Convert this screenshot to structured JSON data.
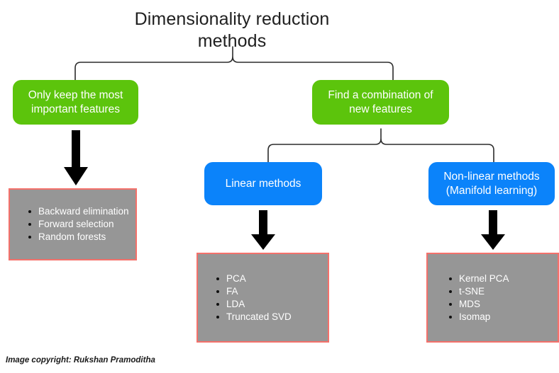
{
  "diagram": {
    "title": "Dimensionality reduction\nmethods",
    "title_line1": "Dimensionality reduction",
    "title_line2": "methods",
    "colors": {
      "green": "#5CC40C",
      "blue": "#0B83FA",
      "grey_fill": "#969696",
      "grey_border": "#F4716B",
      "arrow": "#000000",
      "background": "#FFFFFF",
      "title_text": "#202020",
      "box_text": "#FFFFFF"
    },
    "branches": [
      {
        "id": "feature-selection",
        "category_label_line1": "Only keep the most",
        "category_label_line2": "important features",
        "category_color": "#5CC40C",
        "methods": [
          "Backward elimination",
          "Forward selection",
          "Random forests"
        ]
      },
      {
        "id": "feature-extraction",
        "category_label_line1": "Find a combination of",
        "category_label_line2": "new features",
        "category_color": "#5CC40C",
        "subbranches": [
          {
            "id": "linear",
            "label_line1": "Linear methods",
            "label_line2": "",
            "color": "#0B83FA",
            "methods": [
              "PCA",
              "FA",
              "LDA",
              "Truncated SVD"
            ]
          },
          {
            "id": "non-linear",
            "label_line1": "Non-linear methods",
            "label_line2": "(Manifold learning)",
            "color": "#0B83FA",
            "methods": [
              "Kernel PCA",
              "t-SNE",
              "MDS",
              "Isomap"
            ]
          }
        ]
      }
    ],
    "connectors": [
      {
        "id": "brace-top",
        "type": "curly-brace-down",
        "parent": "title",
        "children": [
          "feature-selection",
          "feature-extraction"
        ]
      },
      {
        "id": "brace-middle",
        "type": "curly-brace-down",
        "parent": "feature-extraction",
        "children": [
          "linear",
          "non-linear"
        ]
      },
      {
        "id": "arrow-filter",
        "type": "arrow-down",
        "from": "feature-selection",
        "to": "list-filter"
      },
      {
        "id": "arrow-linear",
        "type": "arrow-down",
        "from": "linear",
        "to": "list-linear"
      },
      {
        "id": "arrow-nonlinear",
        "type": "arrow-down",
        "from": "non-linear",
        "to": "list-nonlinear"
      }
    ],
    "footer": "Image copyright: Rukshan Pramoditha"
  }
}
